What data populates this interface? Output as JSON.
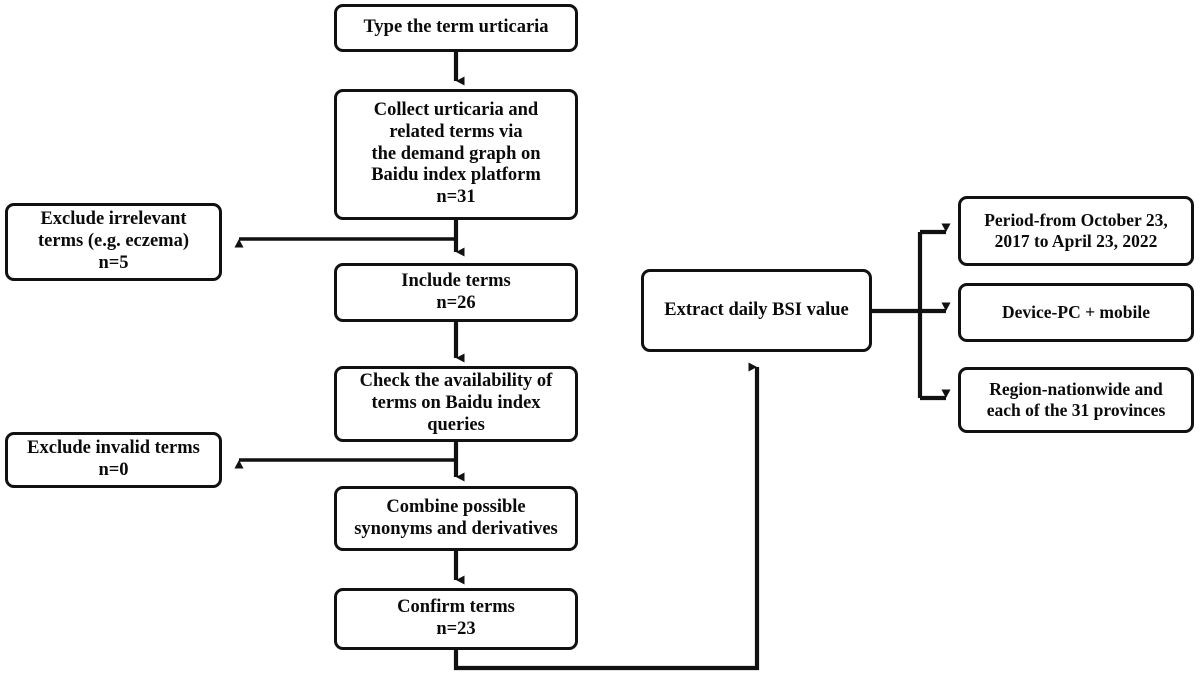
{
  "diagram": {
    "title": "Term selection and Baidu Search Index extraction flowchart",
    "line_color": "#111111",
    "box_fill": "#ffffff",
    "text_color": "#0b0b0b"
  },
  "nodes": {
    "type_term": {
      "label": "Type the term urticaria"
    },
    "collect_terms": {
      "label": "Collect urticaria and\nrelated terms via\nthe  demand graph on\nBaidu index platform\nn=31"
    },
    "exclude_irrelevant": {
      "label": "Exclude irrelevant\nterms (e.g. eczema)\nn=5"
    },
    "include_terms": {
      "label": "Include terms\nn=26"
    },
    "check_availability": {
      "label": "Check the availability of\nterms on Baidu index\nqueries"
    },
    "exclude_invalid": {
      "label": "Exclude invalid terms\nn=0"
    },
    "combine_synonyms": {
      "label": "Combine possible\nsynonyms and derivatives"
    },
    "confirm_terms": {
      "label": "Confirm terms\nn=23"
    },
    "extract_bsi": {
      "label": "Extract daily BSI value"
    },
    "period": {
      "label": "Period-from  October 23,\n2017 to April 23, 2022"
    },
    "device": {
      "label": "Device-PC + mobile"
    },
    "region": {
      "label": "Region-nationwide and\neach of the 31 provinces"
    }
  },
  "connectors": [
    {
      "name": "type-to-collect",
      "from": "type_term",
      "to": "collect_terms",
      "arrow": true
    },
    {
      "name": "collect-to-include",
      "from": "collect_terms",
      "to": "include_terms",
      "arrow": true
    },
    {
      "name": "branch-exclude-irrelevant",
      "from": "collect_terms",
      "to": "exclude_irrelevant",
      "arrow": true
    },
    {
      "name": "include-to-check",
      "from": "include_terms",
      "to": "check_availability",
      "arrow": true
    },
    {
      "name": "check-to-combine",
      "from": "check_availability",
      "to": "combine_synonyms",
      "arrow": true
    },
    {
      "name": "branch-exclude-invalid",
      "from": "check_availability",
      "to": "exclude_invalid",
      "arrow": true
    },
    {
      "name": "combine-to-confirm",
      "from": "combine_synonyms",
      "to": "confirm_terms",
      "arrow": true
    },
    {
      "name": "confirm-to-extract-bsi",
      "from": "confirm_terms",
      "to": "extract_bsi",
      "arrow": true
    },
    {
      "name": "bsi-to-period",
      "from": "extract_bsi",
      "to": "period",
      "arrow": true
    },
    {
      "name": "bsi-to-device",
      "from": "extract_bsi",
      "to": "device",
      "arrow": true
    },
    {
      "name": "bsi-to-region",
      "from": "extract_bsi",
      "to": "region",
      "arrow": true
    }
  ]
}
